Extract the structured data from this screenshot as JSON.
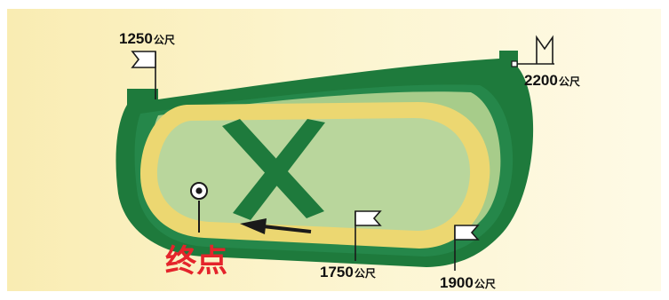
{
  "colors": {
    "background": "#fbf1c4",
    "outer_track": "#1e7a3c",
    "turf_track": "#ead56c",
    "infield": "#b7d49a",
    "finish_text": "#e4242b",
    "flag": "#ffffff"
  },
  "starts": [
    {
      "distance": "1250",
      "unit": "公尺"
    },
    {
      "distance": "2200",
      "unit": "公尺"
    },
    {
      "distance": "1750",
      "unit": "公尺"
    },
    {
      "distance": "1900",
      "unit": "公尺"
    }
  ],
  "finish": {
    "label": "终点"
  },
  "icons": {
    "start_flag": "flag-icon",
    "finish_post": "finish-post-icon",
    "direction": "arrow-left-icon"
  }
}
